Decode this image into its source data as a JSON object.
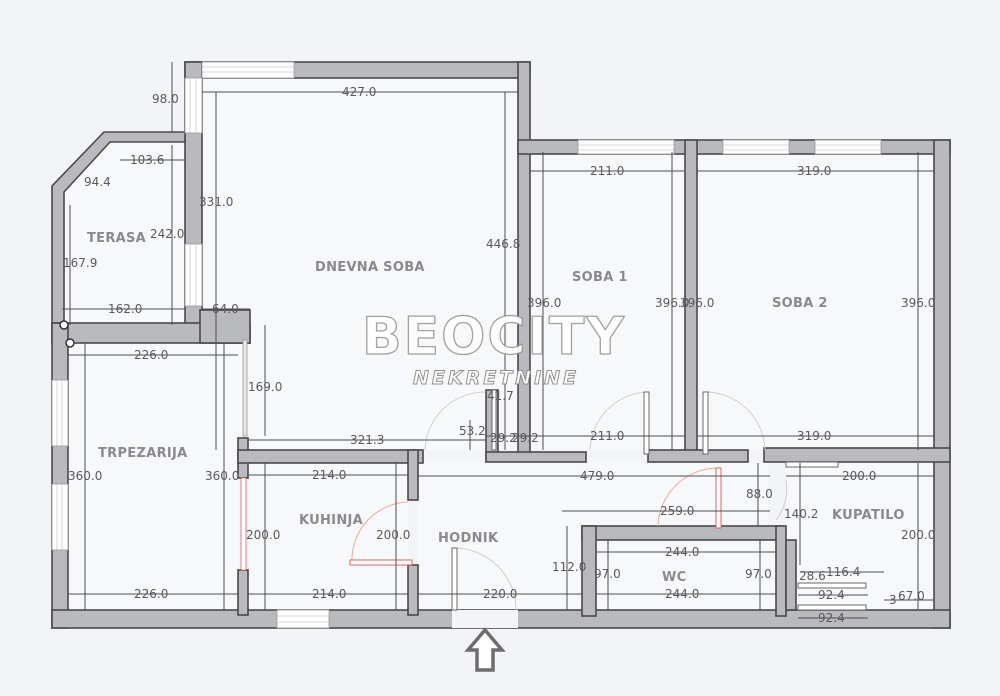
{
  "plan": {
    "rooms": [
      {
        "id": "terasa",
        "label": "TERASA"
      },
      {
        "id": "dnevna-soba",
        "label": "DNEVNA SOBA"
      },
      {
        "id": "soba-1",
        "label": "SOBA 1"
      },
      {
        "id": "soba-2",
        "label": "SOBA 2"
      },
      {
        "id": "trpezarija",
        "label": "TRPEZARIJA"
      },
      {
        "id": "kuhinja",
        "label": "KUHINJA"
      },
      {
        "id": "hodnik",
        "label": "HODNIK"
      },
      {
        "id": "wc",
        "label": "WC"
      },
      {
        "id": "kupatilo",
        "label": "KUPATILO"
      }
    ],
    "dimensions": {
      "terasa_top_gap": "98.0",
      "terasa_top": "103.6",
      "terasa_diag": "94.4",
      "terasa_left": "167.9",
      "terasa_right": "242.0",
      "terasa_bottom": "162.0",
      "terasa_wall": "64.0",
      "dnevna_top": "427.0",
      "dnevna_left": "331.0",
      "dnevna_right": "446.8",
      "dnevna_bottom": "321.3",
      "dnevna_opening": "169.0",
      "soba1_top": "211.0",
      "soba1_left": "396.0",
      "soba1_right": "396.0",
      "soba1_bottom": "211.0",
      "soba2_top": "319.0",
      "soba2_left": "396.0",
      "soba2_right": "396.0",
      "soba2_bottom": "319.0",
      "closet_a": "41.7",
      "closet_b": "53.2",
      "closet_c": "29.2",
      "closet_d": "29.2",
      "trpezarija_top": "226.0",
      "trpezarija_left": "360.0",
      "trpezarija_right": "360.0",
      "trpezarija_bottom": "226.0",
      "kuhinja_top": "214.0",
      "kuhinja_left": "200.0",
      "kuhinja_right": "200.0",
      "kuhinja_bottom": "214.0",
      "hodnik_top": "479.0",
      "hodnik_bottom": "220.0",
      "hodnik_wc_run": "259.0",
      "hodnik_left_wc": "112.0",
      "hodnik_right": "88.0",
      "wc_top": "244.0",
      "wc_left": "97.0",
      "wc_right": "97.0",
      "wc_bottom": "244.0",
      "kupatilo_top": "200.0",
      "kupatilo_left": "140.2",
      "kupatilo_right": "200.0",
      "kupatilo_inner": "116.4",
      "kupatilo_step": "28.6",
      "kupatilo_step_w1": "92.4",
      "kupatilo_step_w2": "92.4",
      "kupatilo_corner": "67.0",
      "kupatilo_corner_small": "3"
    },
    "watermark": {
      "brand": "BEOCITY",
      "sub": "NEKRETNINE"
    },
    "colors": {
      "wall": "#b9babd",
      "wall_outline": "#4a4a4c",
      "floor": "#f7f8fa",
      "background": "#f3f4f7",
      "door_accent": "#d9665a"
    },
    "entrance_icon": "up-arrow-icon"
  }
}
